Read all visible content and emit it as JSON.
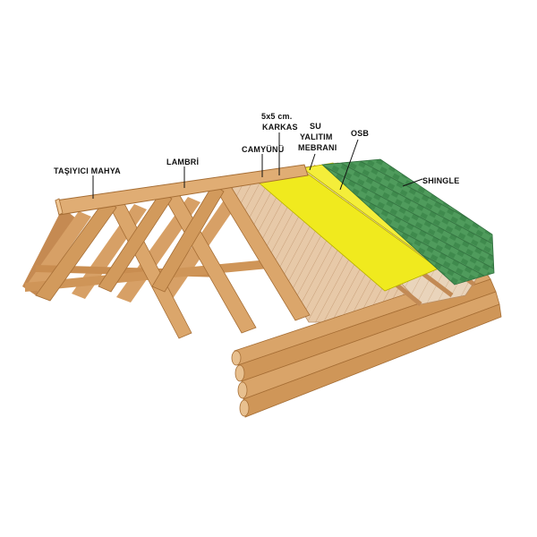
{
  "labels": {
    "tasiyici_mahya": "TAŞIYICI MAHYA",
    "lambri": "LAMBRİ",
    "camyunu": "CAMYÜNÜ",
    "karkas_line1": "5x5 cm.",
    "karkas_line2": "KARKAS",
    "membrane_line1": "SU",
    "membrane_line2": "YALITIM",
    "membrane_line3": "MEBRANI",
    "osb": "OSB",
    "shingle": "SHINGLE"
  },
  "colors": {
    "wood_light": "#e3b27a",
    "wood_mid": "#d29a5c",
    "wood_dark": "#b87a40",
    "lambri": "#e7c9a8",
    "membrane": "#f0ea1e",
    "osb": "#e9d4bb",
    "shingle": "#4f9b5c",
    "shingle_dark": "#2f6e3d"
  }
}
